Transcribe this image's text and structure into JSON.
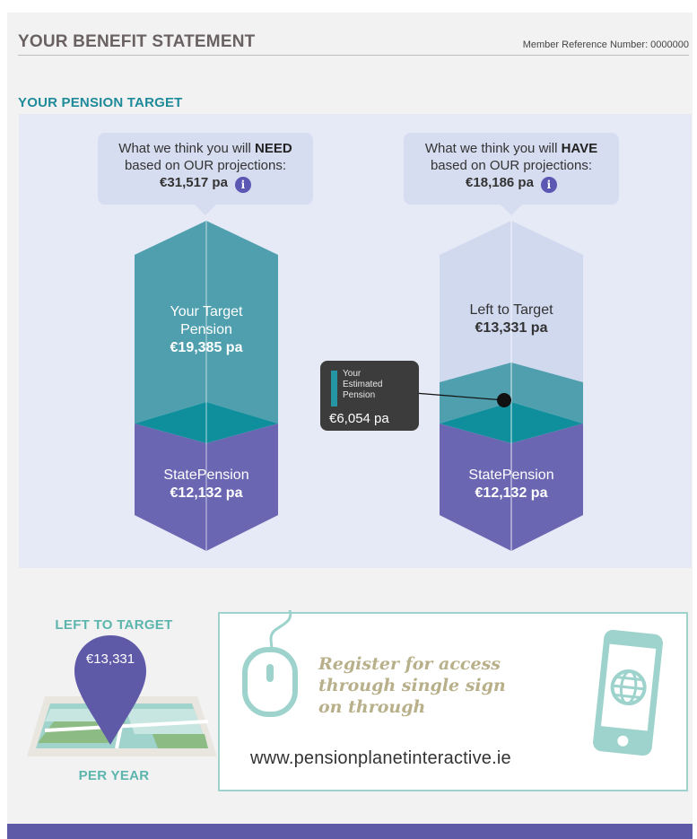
{
  "header": {
    "title": "YOUR BENEFIT STATEMENT",
    "member_ref": "Member Reference Number: 0000000"
  },
  "section_title": "YOUR PENSION TARGET",
  "need_bubble": {
    "line1_prefix": "What we think you will ",
    "line1_bold": "NEED",
    "line2": "based on OUR projections:",
    "amount": "€31,517 pa"
  },
  "have_bubble": {
    "line1_prefix": "What we think you will ",
    "line1_bold": "HAVE",
    "line2": "based on OUR projections:",
    "amount": "€18,186 pa"
  },
  "info_icon_glyph": "i",
  "need_column": {
    "target_label_1": "Your Target",
    "target_label_2": "Pension",
    "target_amount": "€19,385 pa",
    "state_label": "StatePension",
    "state_amount": "€12,132 pa"
  },
  "have_column": {
    "left_label": "Left to Target",
    "left_amount": "€13,331 pa",
    "state_label": "StatePension",
    "state_amount": "€12,132 pa"
  },
  "tooltip": {
    "label_1": "Your",
    "label_2": "Estimated",
    "label_3": "Pension",
    "amount": "€6,054 pa"
  },
  "left_to_target": {
    "heading": "LEFT TO TARGET",
    "amount": "€13,331",
    "per_year": "PER YEAR"
  },
  "promo": {
    "register_line1": "Register for access",
    "register_line2": "through single sign",
    "register_line3": "on through",
    "url": "www.pensionplanetinteractive.ie"
  },
  "colors": {
    "teal": "#4f9fae",
    "dark_teal": "#0f8f9c",
    "purple": "#6b66b2",
    "light_lavender": "#d1d9ef",
    "heading_teal": "#1f8a9a",
    "mint": "#9dd3cc",
    "footer": "#5e5aa8"
  }
}
